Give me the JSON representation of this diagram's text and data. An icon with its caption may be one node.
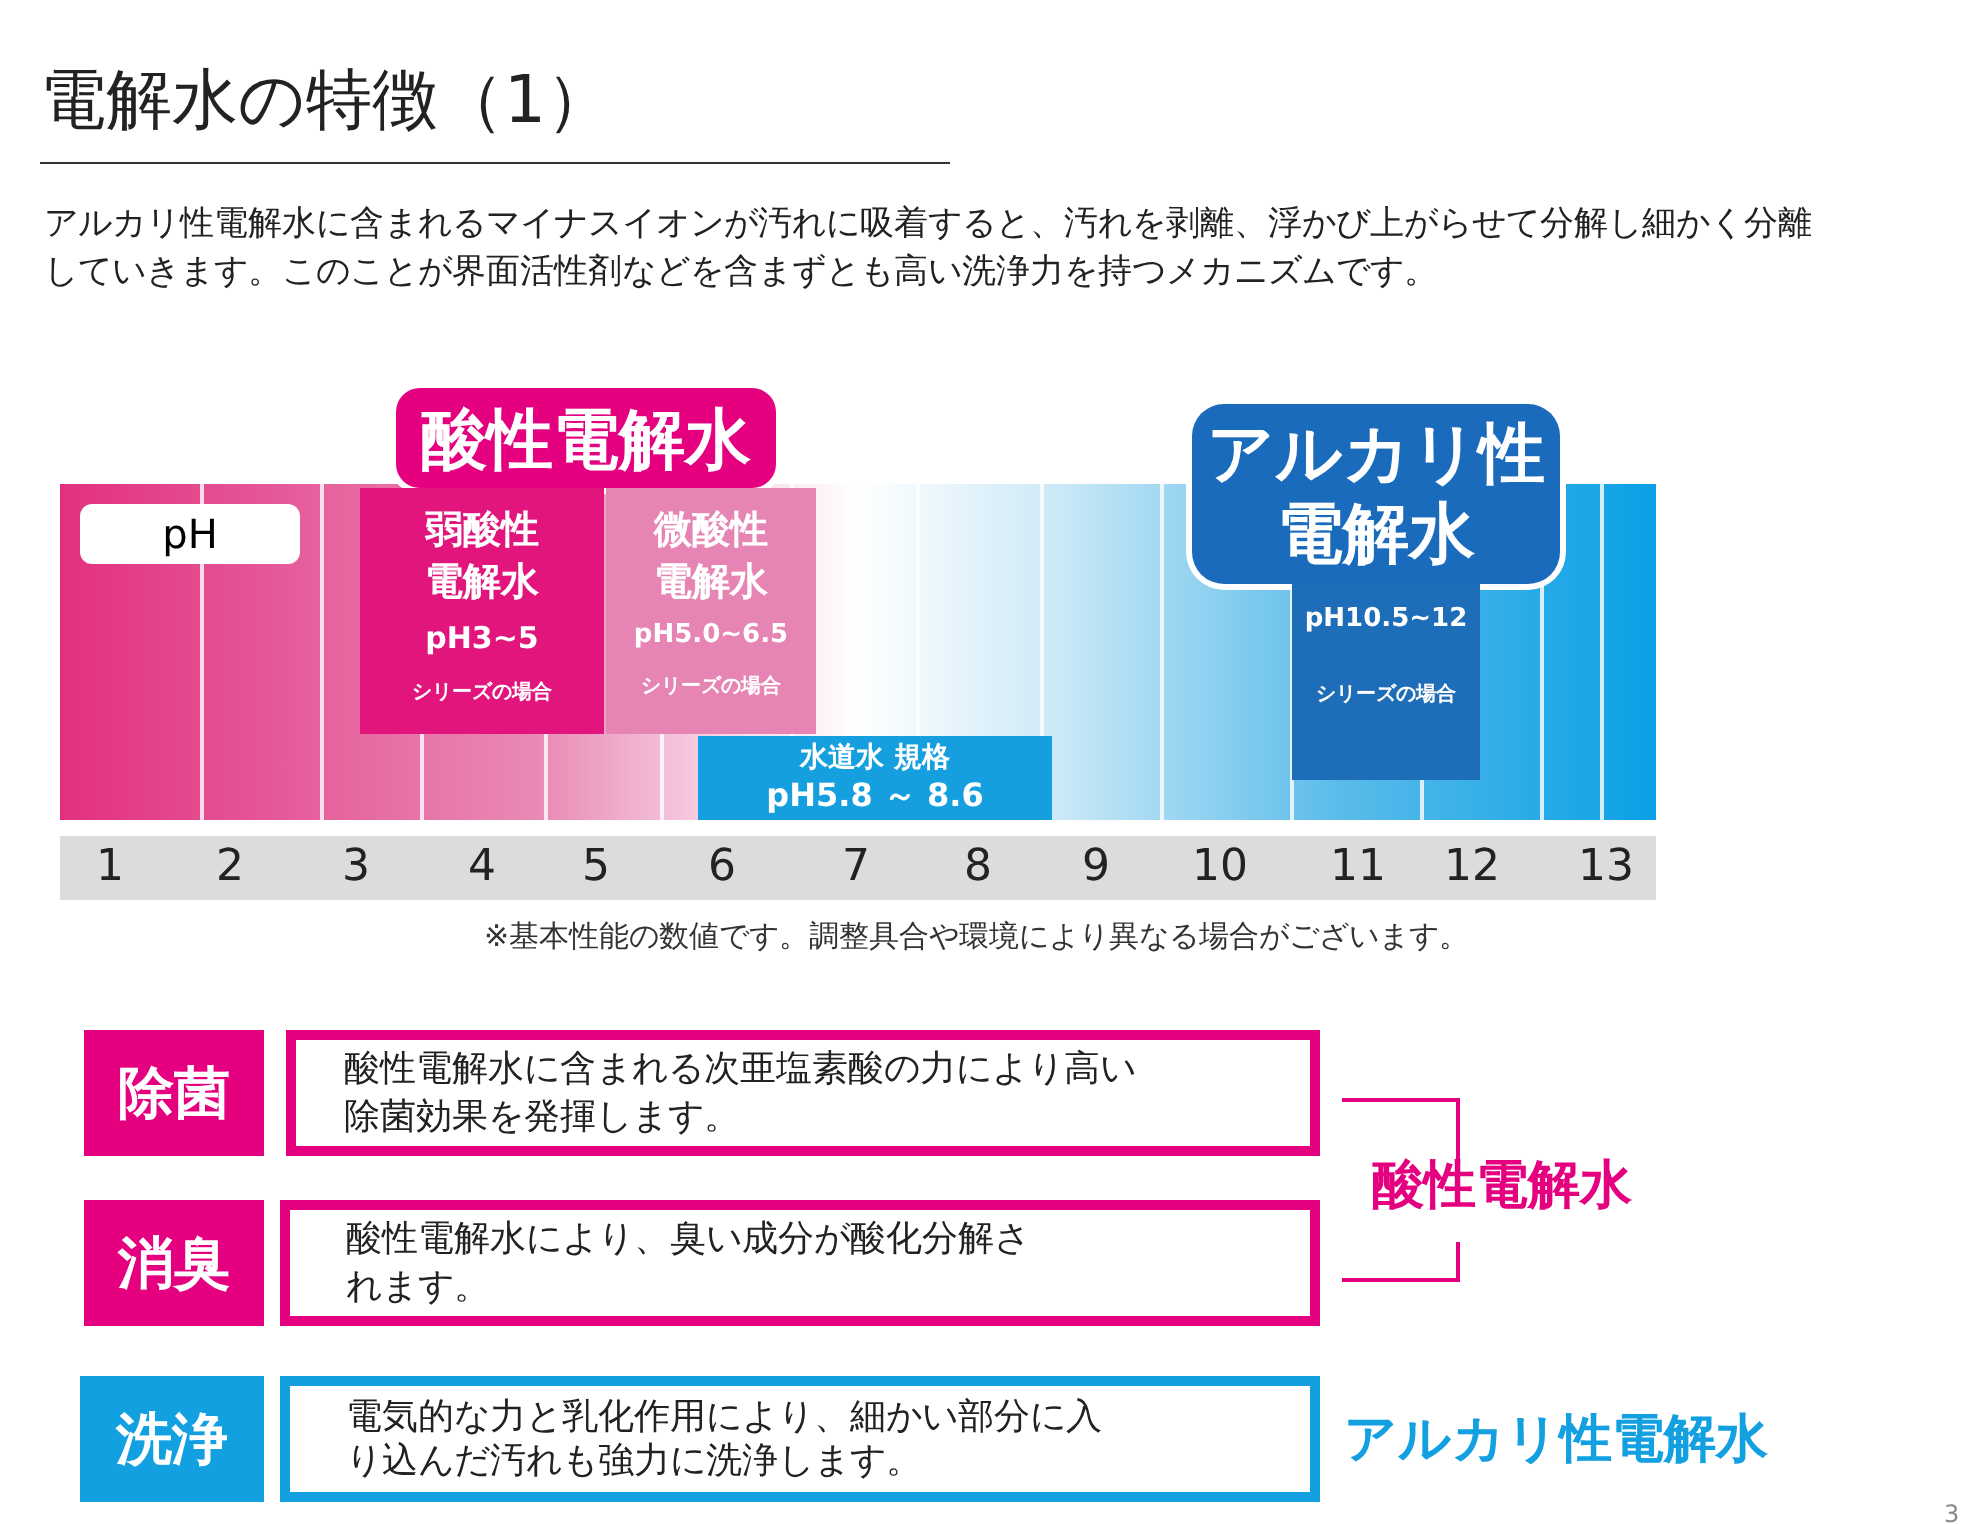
{
  "diagram": {
    "title": "電解水の特徴（1）",
    "nodes": [
      {
        "text": [
          "pH"
        ]
      },
      {
        "text": [
          "酸性電解水"
        ]
      },
      {
        "text": [
          "弱酸性電解水",
          "pH3~5",
          "シリーズの場合"
        ]
      },
      {
        "text": [
          "微酸性電解水",
          "pH5.0~6.5",
          "シリーズの場合"
        ]
      },
      {
        "text": [
          "水道水 規格",
          "pH5.8 ～ 8.6"
        ]
      },
      {
        "text": [
          "アルカリ性電解水"
        ]
      },
      {
        "text": [
          "pH10.5~12",
          "シリーズの場合"
        ]
      },
      {
        "text": [
          "除菌"
        ]
      },
      {
        "text": [
          "酸性電解水に含まれる次亜塩素酸の力により高い除菌効果を発揮します。"
        ]
      },
      {
        "text": [
          "消臭"
        ]
      },
      {
        "text": [
          "酸性電解水により、臭い成分が酸化分解されます。"
        ]
      },
      {
        "text": [
          "洗浄"
        ]
      },
      {
        "text": [
          "電気的な力と乳化作用により、細かい部分に入り込んだ汚れも強力に洗浄します。"
        ]
      },
      {
        "text": [
          "酸性電解水"
        ]
      },
      {
        "text": [
          "アルカリ性電解水"
        ]
      }
    ],
    "labels": [
      "アルカリ性電解水に含まれるマイナスイオンが汚れに吸着すると、汚れを剥離、浮かび上がらせて分解し細かく分離していきます。このことが界面活性剤などを含まずとも高い洗浄力を持つメカニズムです。",
      "1",
      "2",
      "3",
      "4",
      "5",
      "6",
      "7",
      "8",
      "9",
      "10",
      "11",
      "12",
      "13",
      "※基本性能の数値です。調整具合や環境により異なる場合がございます。",
      "3"
    ]
  }
}
